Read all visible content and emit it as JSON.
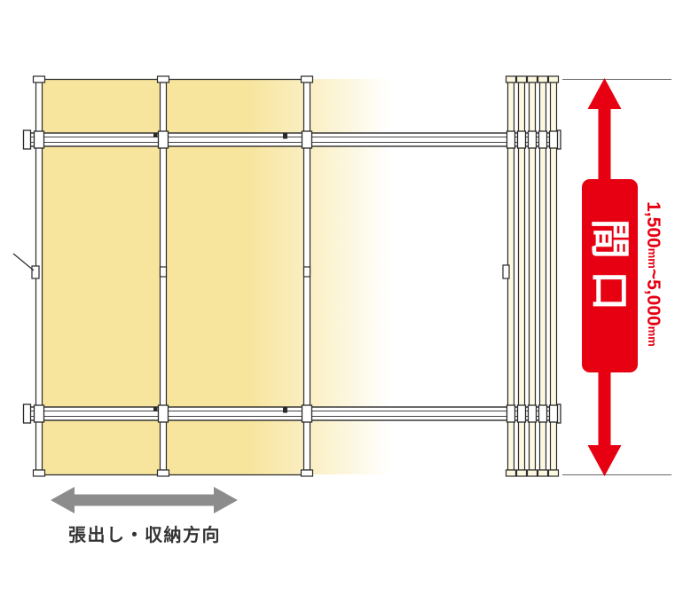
{
  "diagram": {
    "opening_label": "間口",
    "opening_range": {
      "min": "1,500",
      "max": "5,000",
      "unit": "mm",
      "separator": "~"
    },
    "direction_label": "張出し・収納方向",
    "colors": {
      "accent_red": "#e60012",
      "arrow_gray": "#8c8c8c",
      "fabric_yellow": "#f7e59e",
      "line_dark": "#2a2a2a"
    }
  }
}
